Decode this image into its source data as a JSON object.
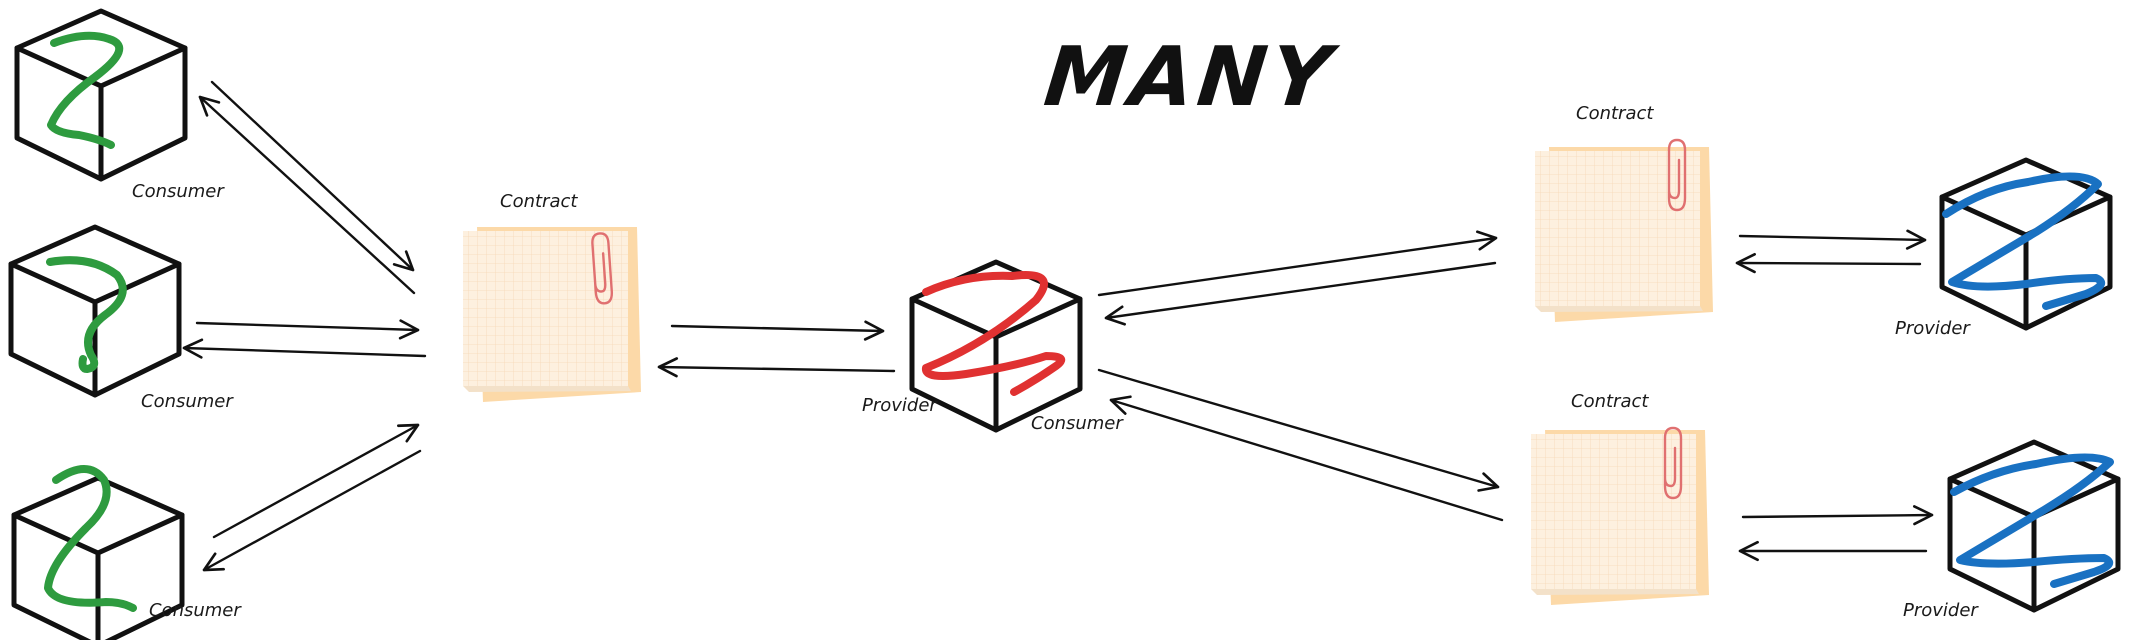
{
  "title": "MANY",
  "labels": {
    "consumer": "Consumer",
    "provider": "Provider",
    "contract": "Contract"
  },
  "colors": {
    "consumer_glyph": "#2e9b3f",
    "middle_glyph": "#e03131",
    "provider_glyph": "#1971c2",
    "note_paper": "#fdf0df",
    "note_shadow": "#fcd9a8",
    "clip": "#e07070",
    "stroke": "#111111"
  },
  "icons": [
    "cube-icon",
    "sticky-note-icon",
    "paperclip-icon",
    "arrow-icon"
  ]
}
